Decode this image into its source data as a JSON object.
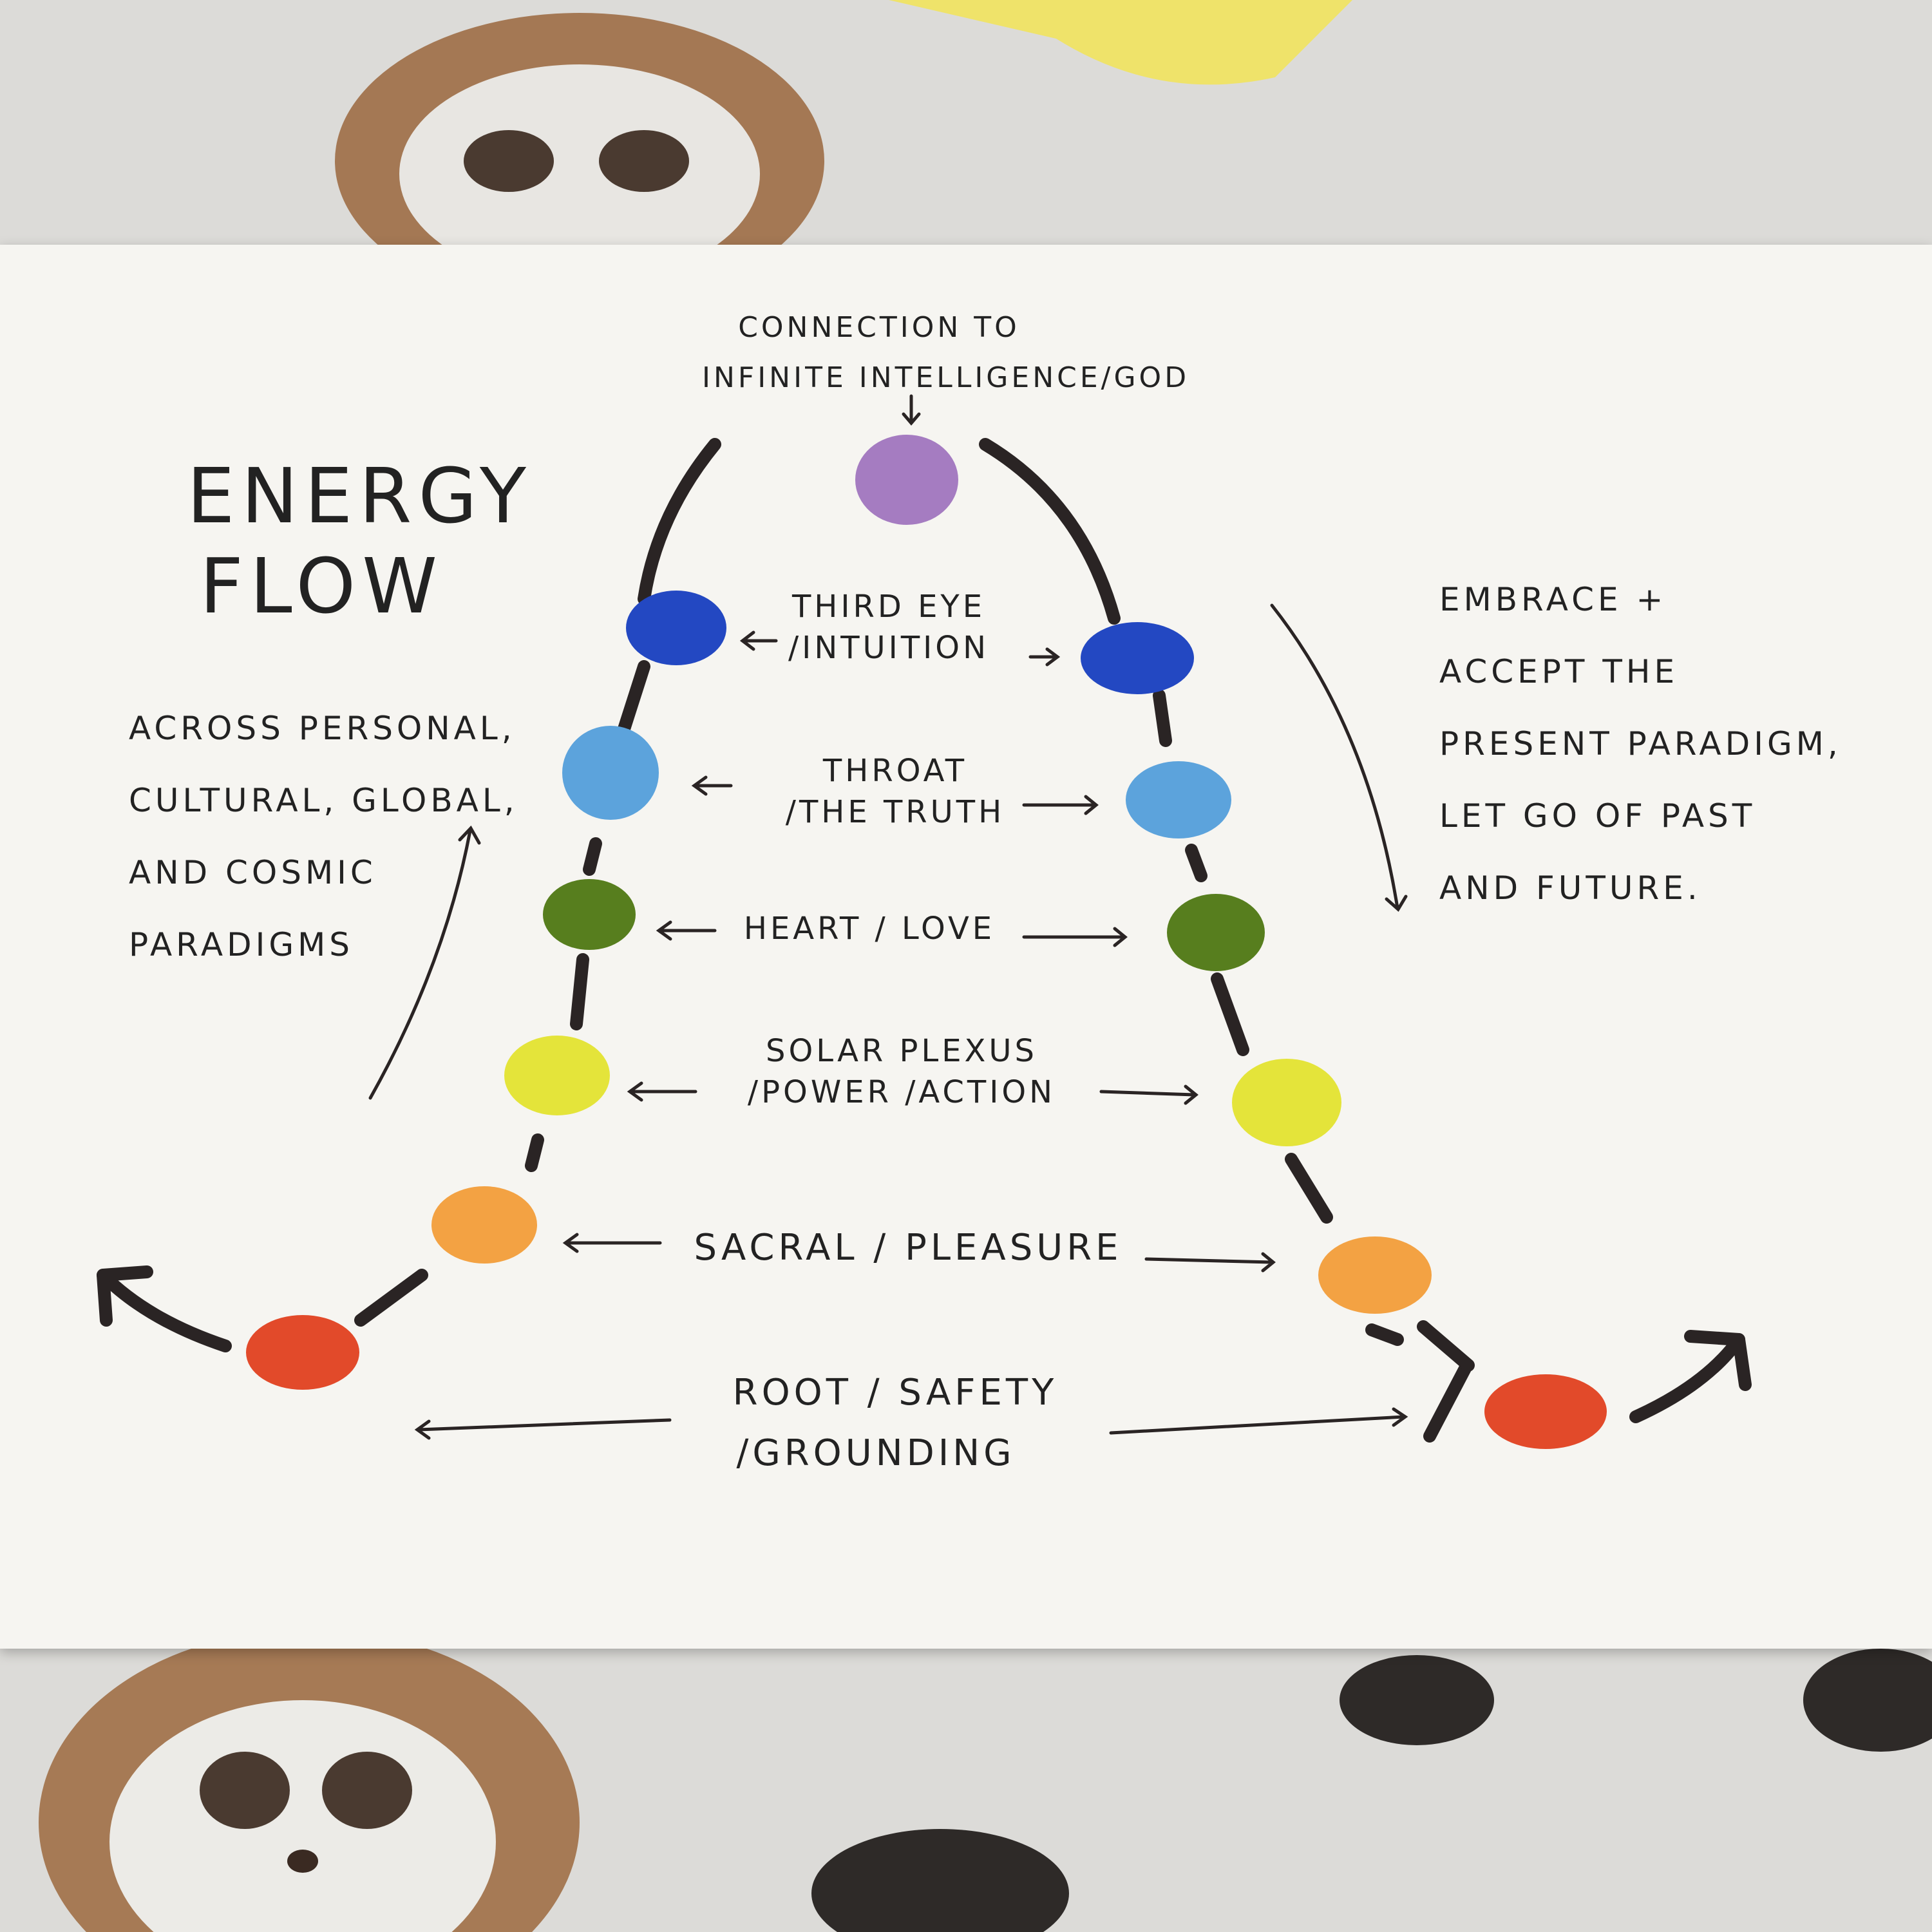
{
  "title": {
    "line1": "Energy",
    "line2": "Flow"
  },
  "top_label": {
    "line1": "Connection to",
    "line2": "Infinite Intelligence/God"
  },
  "left_note": [
    "Across Personal,",
    "Cultural, Global,",
    "and Cosmic",
    "Paradigms"
  ],
  "right_note": [
    "Embrace +",
    "Accept the",
    "Present Paradigm,",
    "Let go of past",
    "and future."
  ],
  "chakra_labels": [
    {
      "id": "third-eye",
      "lines": [
        "Third Eye",
        "/Intuition"
      ]
    },
    {
      "id": "throat",
      "lines": [
        "Throat",
        "/The Truth"
      ]
    },
    {
      "id": "heart",
      "lines": [
        "Heart / Love"
      ]
    },
    {
      "id": "solar-plexus",
      "lines": [
        "Solar Plexus",
        "/Power /Action"
      ]
    },
    {
      "id": "sacral",
      "lines": [
        "Sacral / Pleasure"
      ]
    },
    {
      "id": "root",
      "lines": [
        "Root / Safety",
        "/Grounding"
      ]
    }
  ],
  "colors": {
    "crown": "#a57cc1",
    "third_eye": "#2348c2",
    "throat": "#5ca3dc",
    "heart": "#577e1e",
    "solar_plexus": "#e4e43a",
    "sacral": "#f3a243",
    "root": "#e24a2a",
    "ink": "#2a2424"
  }
}
